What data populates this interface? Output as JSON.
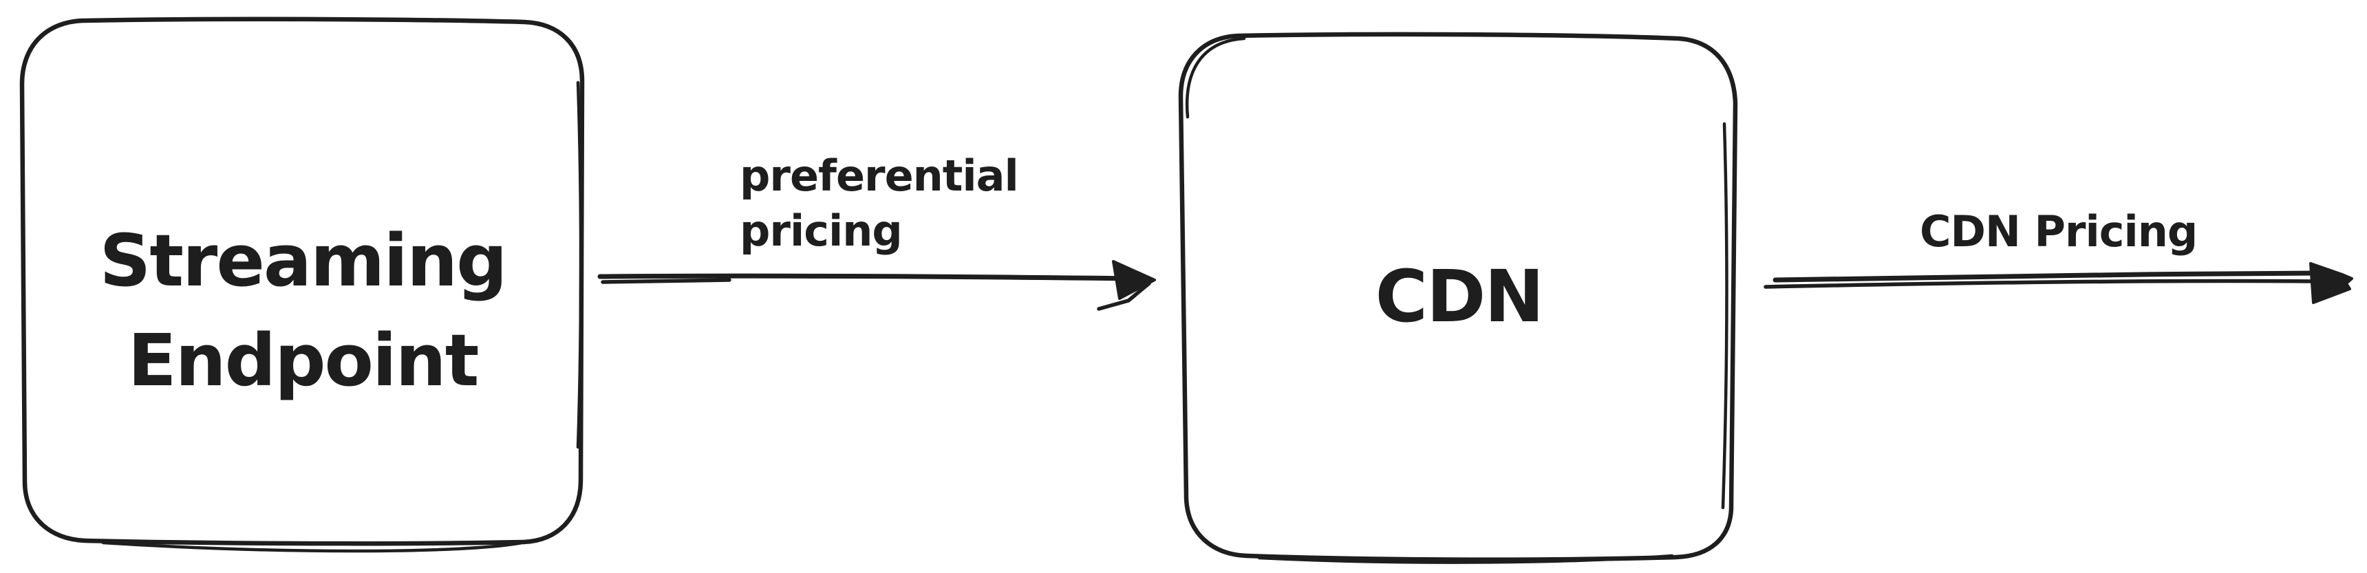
{
  "colors": {
    "ink": "#1e1e1e",
    "background": "#ffffff"
  },
  "diagram": {
    "style": "hand-drawn-sketch",
    "nodes": [
      {
        "id": "streaming-endpoint",
        "label": "Streaming Endpoint",
        "lines": [
          "Streaming",
          "Endpoint"
        ],
        "shape": "rounded-rectangle"
      },
      {
        "id": "cdn",
        "label": "CDN",
        "lines": [
          "CDN"
        ],
        "shape": "rounded-rectangle"
      }
    ],
    "edges": [
      {
        "id": "preferential-pricing-arrow",
        "from": "streaming-endpoint",
        "to": "cdn",
        "label": "preferential pricing",
        "label_lines": [
          "preferential",
          "pricing"
        ],
        "direction": "right"
      },
      {
        "id": "cdn-pricing-arrow",
        "from": "cdn",
        "to": "offscreen-right",
        "label": "CDN Pricing",
        "label_lines": [
          "CDN Pricing"
        ],
        "direction": "right"
      }
    ]
  }
}
